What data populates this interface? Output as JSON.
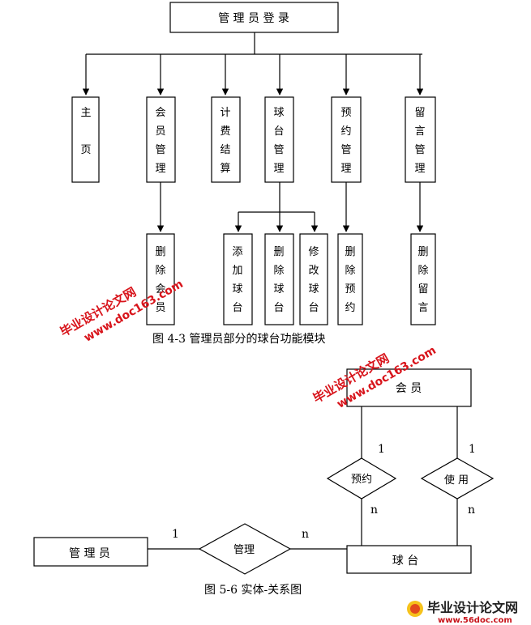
{
  "figure1": {
    "root": "管 理 员 登 录",
    "modules": [
      {
        "id": "home",
        "label": "主\n\n页"
      },
      {
        "id": "member",
        "label": "会\n员\n管\n理"
      },
      {
        "id": "billing",
        "label": "计\n费\n结\n算"
      },
      {
        "id": "table",
        "label": "球\n台\n管\n理"
      },
      {
        "id": "reserve",
        "label": "预\n约\n管\n理"
      },
      {
        "id": "message",
        "label": "留\n言\n管\n理"
      }
    ],
    "subs": [
      {
        "id": "delete-member",
        "parent": "member",
        "label": "删\n除\n会\n员"
      },
      {
        "id": "add-table",
        "parent": "table",
        "label": "添\n加\n球\n台"
      },
      {
        "id": "delete-table",
        "parent": "table",
        "label": "删\n除\n球\n台"
      },
      {
        "id": "edit-table",
        "parent": "table",
        "label": "修\n改\n球\n台"
      },
      {
        "id": "delete-reserve",
        "parent": "reserve",
        "label": "删\n除\n预\n约"
      },
      {
        "id": "delete-message",
        "parent": "message",
        "label": "删\n除\n留\n言"
      }
    ],
    "caption": "图 4-3   管理员部分的球台功能模块"
  },
  "figure2": {
    "entities": {
      "member": "会  员",
      "table": "球  台",
      "admin": "管 理 员"
    },
    "relations": {
      "reserve": "预约",
      "use": "使 用",
      "manage": "管理"
    },
    "cardinalities": {
      "reserve_member": "1",
      "reserve_table": "n",
      "use_member": "1",
      "use_table": "n",
      "manage_admin": "1",
      "manage_table": "n"
    },
    "caption": "图 5-6   实体-关系图"
  },
  "watermarks": [
    "毕业设计论文网",
    "www.doc163.com"
  ],
  "logo": {
    "text": "毕业设计论文网",
    "url": "www.56doc.com"
  },
  "colors": {
    "watermark": "#d8141b",
    "line": "#000000"
  }
}
